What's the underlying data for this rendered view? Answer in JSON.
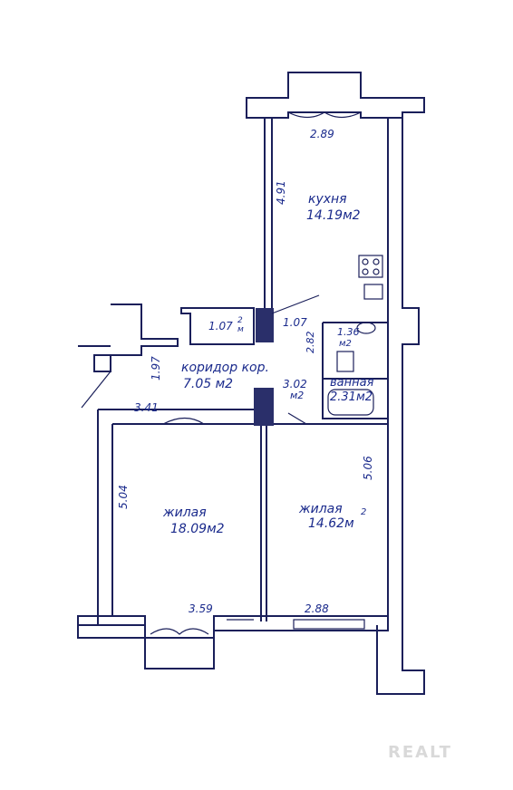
{
  "rooms": {
    "kitchen_name": "кухня",
    "kitchen_area": "14.19м2",
    "corridor_name": "коридор кор.",
    "corridor_area": "7.05 м2",
    "bath_name": "ванная",
    "bath_area": "2.31м2",
    "living1_name": "жилая",
    "living1_area": "18.09м2",
    "living2_name": "жилая",
    "living2_area": "14.62м",
    "living2_sup": "2",
    "wc_area": "1.36",
    "wc_unit": "м2",
    "closet_area": "1.07",
    "closet_unit": "м",
    "closet_sup": "2",
    "corr2_area": "3.02",
    "corr2_unit": "м2"
  },
  "dims": {
    "kitchen_top": "2.89",
    "kitchen_side": "4.91",
    "closet_right": "1.07",
    "wc_side": "2.82",
    "corridor_side": "1.97",
    "corridor_bottom": "3.41",
    "living1_side": "5.04",
    "living1_bottom": "3.59",
    "living2_side": "5.06",
    "living2_bottom": "2.88"
  },
  "watermark": "REALT"
}
